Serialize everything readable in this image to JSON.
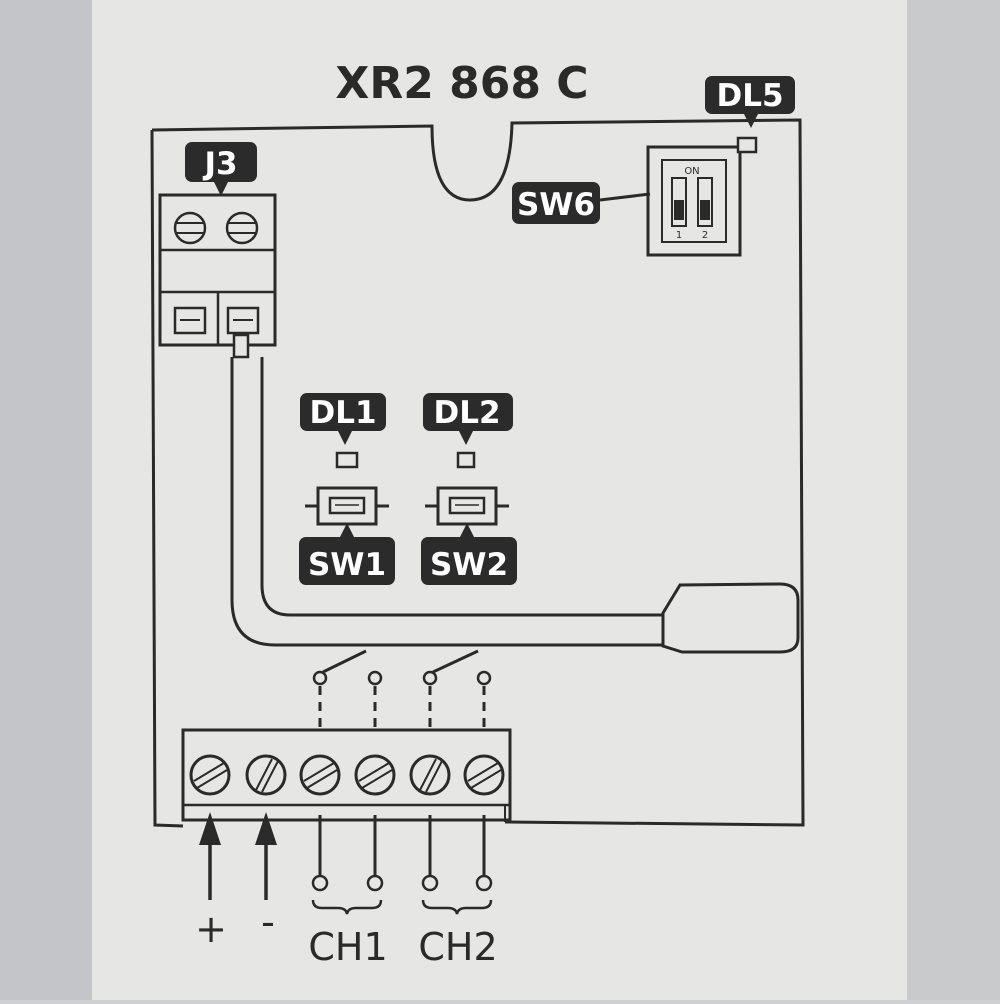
{
  "title": "XR2 868 C",
  "labels": {
    "j3": "J3",
    "dl5": "DL5",
    "sw6": "SW6",
    "dl1": "DL1",
    "dl2": "DL2",
    "sw1": "SW1",
    "sw2": "SW2"
  },
  "dip_switch": {
    "on_text": "ON",
    "pos1": "1",
    "pos2": "2"
  },
  "terminals": {
    "plus": "+",
    "minus": "-",
    "ch1": "CH1",
    "ch2": "CH2"
  },
  "colors": {
    "paper": "#e6e6e4",
    "ink": "#2a2a2a",
    "label_bg": "#2b2b2b",
    "label_text": "#ffffff"
  }
}
